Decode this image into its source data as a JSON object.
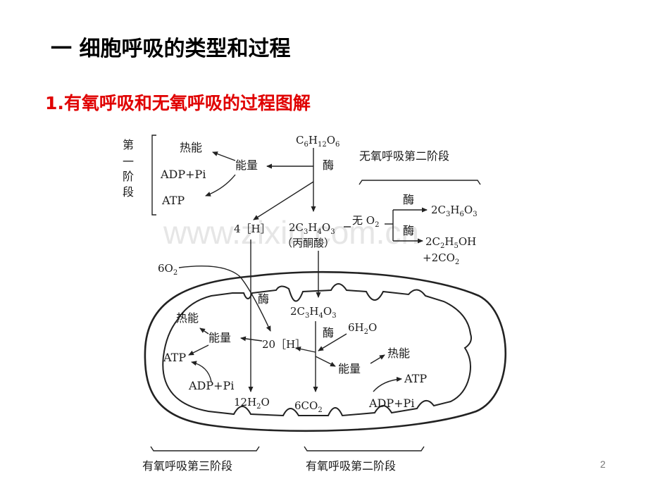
{
  "title": "一  细胞呼吸的类型和过程",
  "subtitle": "1.有氧呼吸和无氧呼吸的过程图解",
  "page_number": "2",
  "watermark": "www.zixin.com.cn",
  "diagram": {
    "stage1_label": [
      "第",
      "一",
      "阶",
      "段"
    ],
    "glucose": "C6H12O6",
    "enzyme": "酶",
    "heat": "热能",
    "energy": "能量",
    "adp_pi": "ADP+Pi",
    "atp": "ATP",
    "h4": "4［H］",
    "pyruvate_formula": "2C3H4O3",
    "pyruvate_name": "（丙酮酸）",
    "no_o2": "无 O2",
    "lactic": "2C3H6O3",
    "ethanol": "2C2H5OH",
    "co2_2": "+2CO2",
    "anaerobic_stage2": "无氧呼吸第二阶段",
    "o2_6": "6O2",
    "h20": "20［H］",
    "h2o_6": "6H2O",
    "h2o_12": "12H2O",
    "co2_6": "6CO2",
    "aerobic_stage3": "有氧呼吸第三阶段",
    "aerobic_stage2": "有氧呼吸第二阶段"
  }
}
